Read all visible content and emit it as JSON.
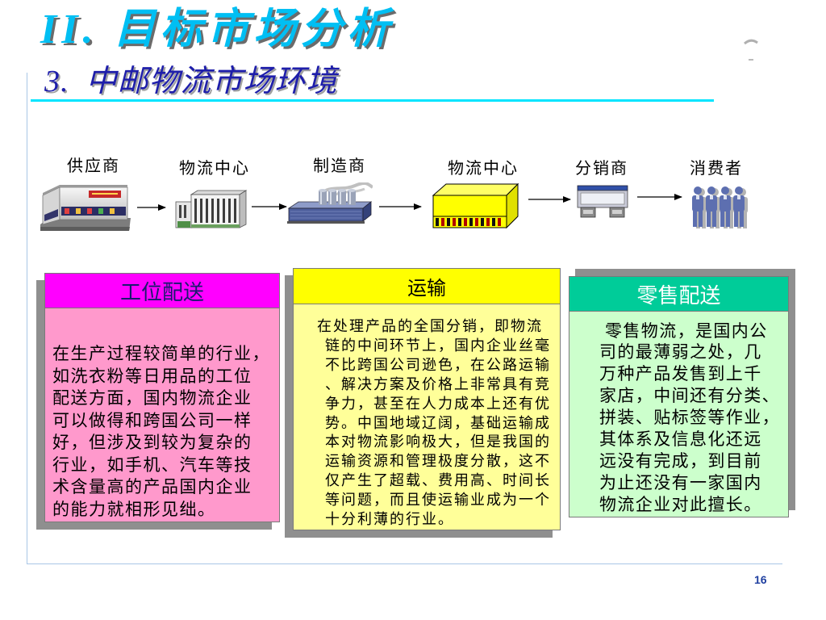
{
  "slide": {
    "title": "II. 目标市场分析",
    "subtitle": "3.  中邮物流市场环境",
    "page_number": "16"
  },
  "flow": {
    "nodes": [
      {
        "label": "供应商",
        "icon": "warehouse-icon"
      },
      {
        "label": "物流中心",
        "icon": "logistics-center-icon"
      },
      {
        "label": "制造商",
        "icon": "factory-icon"
      },
      {
        "label": "物流中心",
        "icon": "distribution-building-icon"
      },
      {
        "label": "分销商",
        "icon": "distributor-icon"
      },
      {
        "label": "消费者",
        "icon": "consumers-icon"
      }
    ]
  },
  "boxes": [
    {
      "header": "工位配送",
      "lines": [
        "在生产过程较简单的行业，",
        "如洗衣粉等日用品的工位",
        "配送方面，国内物流企业",
        "可以做得和跨国公司一样",
        "好，但涉及到较为复杂的",
        "行业，如手机、汽车等技",
        "术含量高的产品国内企业",
        "的能力就相形见绌。"
      ]
    },
    {
      "header": "运输",
      "lines": [
        "在处理产品的全国分销，即物流",
        "链的中间环节上，国内企业丝毫",
        "不比跨国公司逊色，在公路运输",
        "、解决方案及价格上非常具有竞",
        "争力，甚至在人力成本上还有优",
        "势。中国地域辽阔，基础运输成",
        "本对物流影响极大，但是我国的",
        "运输资源和管理极度分散，这不",
        "仅产生了超载、费用高、时间长",
        "等问题，而且使运输业成为一个",
        "十分利薄的行业。"
      ]
    },
    {
      "header": "零售配送",
      "lines": [
        "零售物流，是国内公",
        "司的最薄弱之处，几",
        "万种产品发售到上千",
        "家店，中间还有分类、",
        "拼装、贴标签等作业，",
        "其体系及信息化还远",
        "远没有完成，到目前",
        "为止还没有一家国内",
        "物流企业对此擅长。"
      ]
    }
  ],
  "colors": {
    "title": "#00BFF3",
    "subtitle": "#1E1EAA",
    "rule": "#00E5FF",
    "frame": "#A9C7E6",
    "shadow": "#8F8F8F",
    "box1_header": "#FF00FF",
    "box1_header_text": "#1A1A6E",
    "box1_body": "#FF99CC",
    "box2_header": "#FFFF00",
    "box2_header_text": "#000000",
    "box2_body": "#FFFF99",
    "box3_header": "#00CC99",
    "box3_header_text": "#FFFFFF",
    "box3_body": "#CCFFCC",
    "page_number": "#1F3FA0"
  }
}
